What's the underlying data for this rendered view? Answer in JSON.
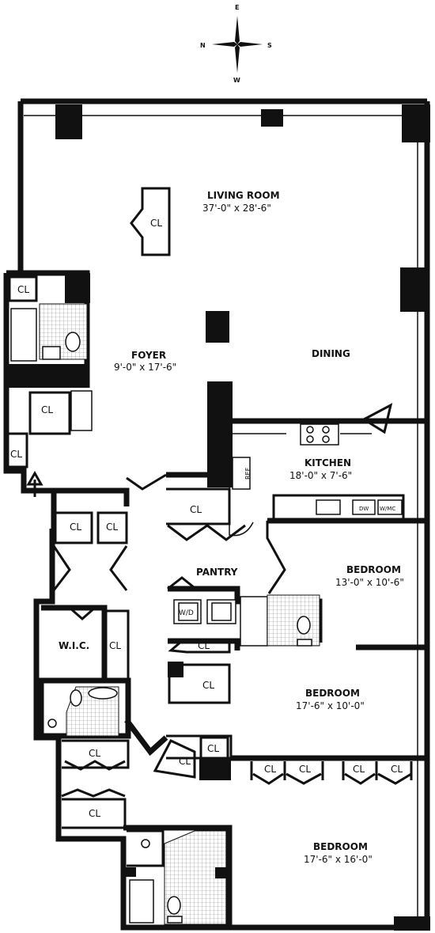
{
  "compass": {
    "n": "N",
    "s": "S",
    "e": "E",
    "w": "W"
  },
  "rooms": {
    "living_room": {
      "name": "LIVING ROOM",
      "dims": "37'-0\" x 28'-6\""
    },
    "foyer": {
      "name": "FOYER",
      "dims": "9'-0\" x 17'-6\""
    },
    "dining": {
      "name": "DINING"
    },
    "kitchen": {
      "name": "KITCHEN",
      "dims": "18'-0\" x 7'-6\""
    },
    "pantry": {
      "name": "PANTRY"
    },
    "bedroom_1": {
      "name": "BEDROOM",
      "dims": "13'-0\" x 10'-6\""
    },
    "bedroom_2": {
      "name": "BEDROOM",
      "dims": "17'-6\" x 10'-0\""
    },
    "bedroom_3": {
      "name": "BEDROOM",
      "dims": "17'-6\" x 16'-0\""
    },
    "wic": {
      "name": "W.I.C."
    }
  },
  "closet_label": "CL",
  "appliances": {
    "ref": "REF",
    "wd": "W/D",
    "dw": "DW",
    "wm": "W/MC"
  }
}
